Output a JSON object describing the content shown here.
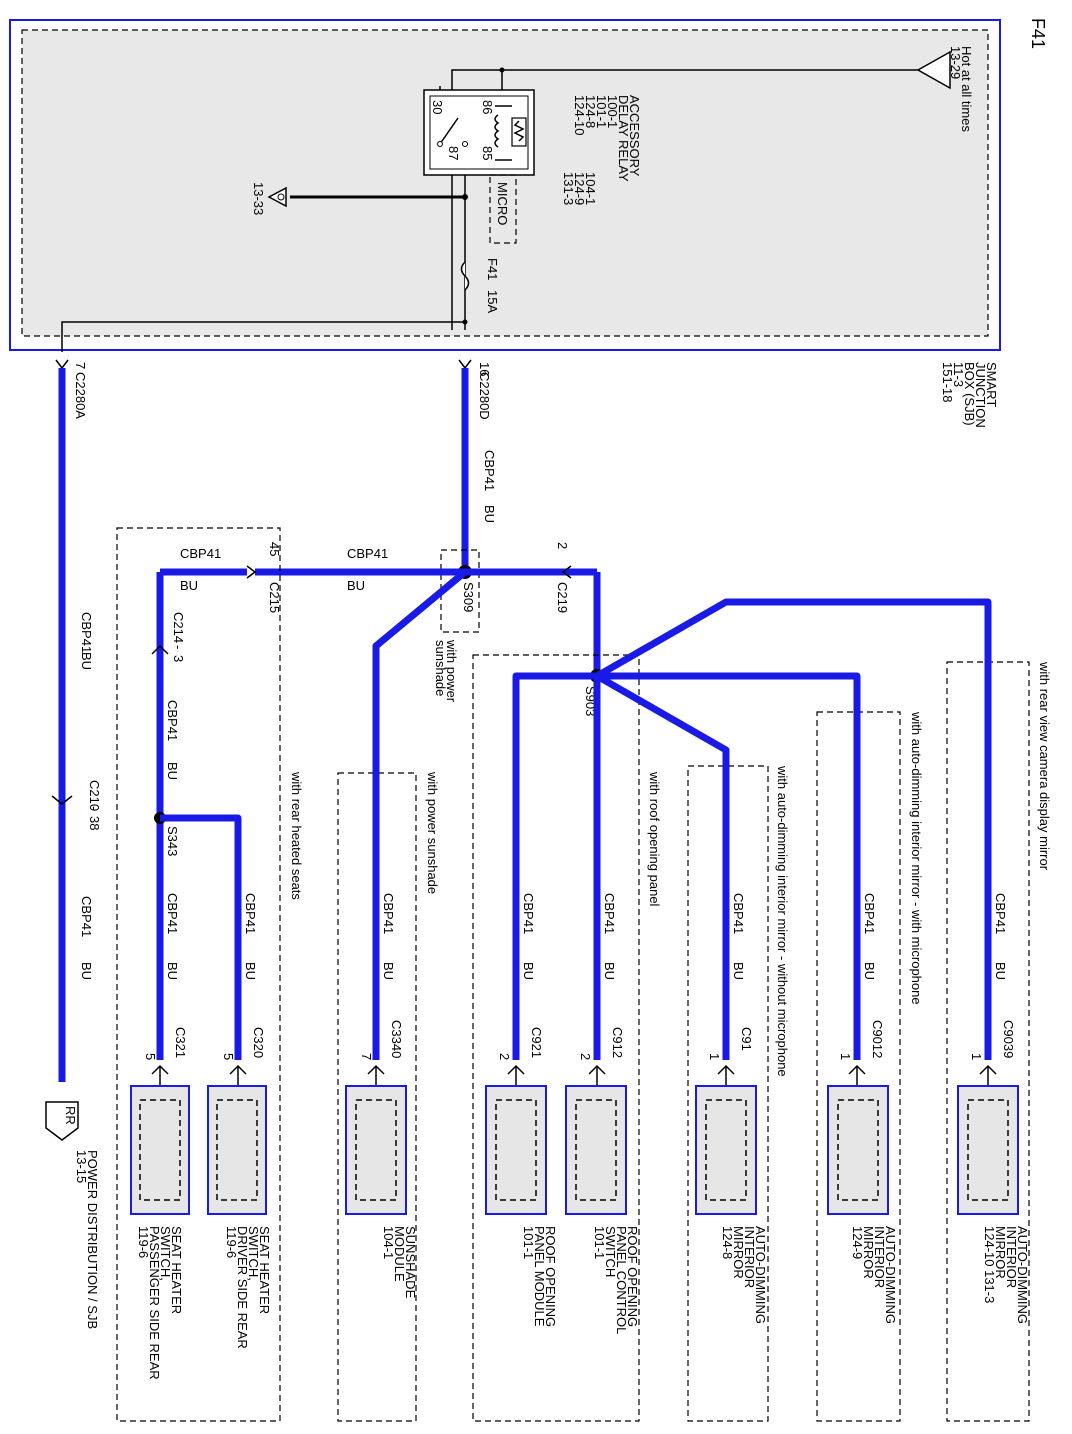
{
  "page_id": "F41",
  "sjb": {
    "lines": [
      "SMART",
      "JUNCTION",
      "BOX (SJB)",
      "11-3",
      "151-18"
    ]
  },
  "hot": {
    "lines": [
      "Hot at all times",
      "13-29"
    ]
  },
  "relay": {
    "lines": [
      "ACCESSORY",
      "DELAY RELAY",
      "100-1",
      "101-1",
      "124-8",
      "124-10"
    ],
    "refs": [
      "104-1",
      "124-9",
      "131-3"
    ],
    "pins": [
      "30",
      "86",
      "87",
      "85"
    ],
    "micro": "MICRO"
  },
  "offpage_13_33": "13-33",
  "fuse": {
    "id": "F41",
    "rating": "15A"
  },
  "connectors": {
    "c2280a": "C2280A",
    "c2280a_pin": "7",
    "c2280d": "C2280D",
    "c2280d_pin": "16",
    "c215": "C215",
    "c215_pin": "45",
    "c219": "C219",
    "c219_pin": "2",
    "c214": "C214",
    "c214_pin": "3",
    "c210": "C210",
    "c210_pin": "38",
    "c321": "C321",
    "c321_pin": "5",
    "c320": "C320",
    "c320_pin": "5",
    "c3340": "C3340",
    "c3340_pin": "7",
    "c921": "C921",
    "c921_pin": "2",
    "c912": "C912",
    "c912_pin": "2",
    "c91": "C91",
    "c91_pin": "1",
    "c9012": "C9012",
    "c9012_pin": "1",
    "c9039": "C9039",
    "c9039_pin": "1"
  },
  "splices": {
    "s309": "S309",
    "s903": "S903",
    "s343": "S343"
  },
  "circuit": {
    "name": "CBP41",
    "color": "BU"
  },
  "options": {
    "power_sunshade_splice": [
      "with power",
      "sunshade"
    ],
    "rear_heated_seats": "with rear heated seats",
    "power_sunshade": "with power sunshade",
    "roof_opening_panel": "with roof opening panel",
    "mirror_without_mic": "with auto-dimming interior mirror - without microphone",
    "mirror_with_mic": "with auto-dimming interior mirror - with microphone",
    "camera_mirror": "with rear view camera display mirror"
  },
  "rr": {
    "symbol": "RR",
    "lines": [
      "POWER DISTRIBUTION / SJB",
      "13-15"
    ]
  },
  "modules": {
    "seat_passenger": [
      "SEAT HEATER",
      "SWITCH,",
      "PASSENGER SIDE REAR",
      "119-6"
    ],
    "seat_driver": [
      "SEAT HEATER",
      "SWITCH,",
      "DRIVER SIDE REAR",
      "119-6"
    ],
    "sunshade": [
      "SUNSHADE",
      "MODULE",
      "104-1"
    ],
    "roof_module": [
      "ROOF OPENING",
      "PANEL MODULE",
      "101-1"
    ],
    "roof_switch": [
      "ROOF OPENING",
      "PANEL CONTROL",
      "SWITCH",
      "101-1"
    ],
    "mirror_124_8": [
      "AUTO-DIMMING",
      "INTERIOR",
      "MIRROR",
      "124-8"
    ],
    "mirror_124_9": [
      "AUTO-DIMMING",
      "INTERIOR",
      "MIRROR",
      "124-9"
    ],
    "mirror_124_10": [
      "AUTO-DIMMING",
      "INTERIOR",
      "MIRROR",
      "124-10    131-3"
    ]
  }
}
